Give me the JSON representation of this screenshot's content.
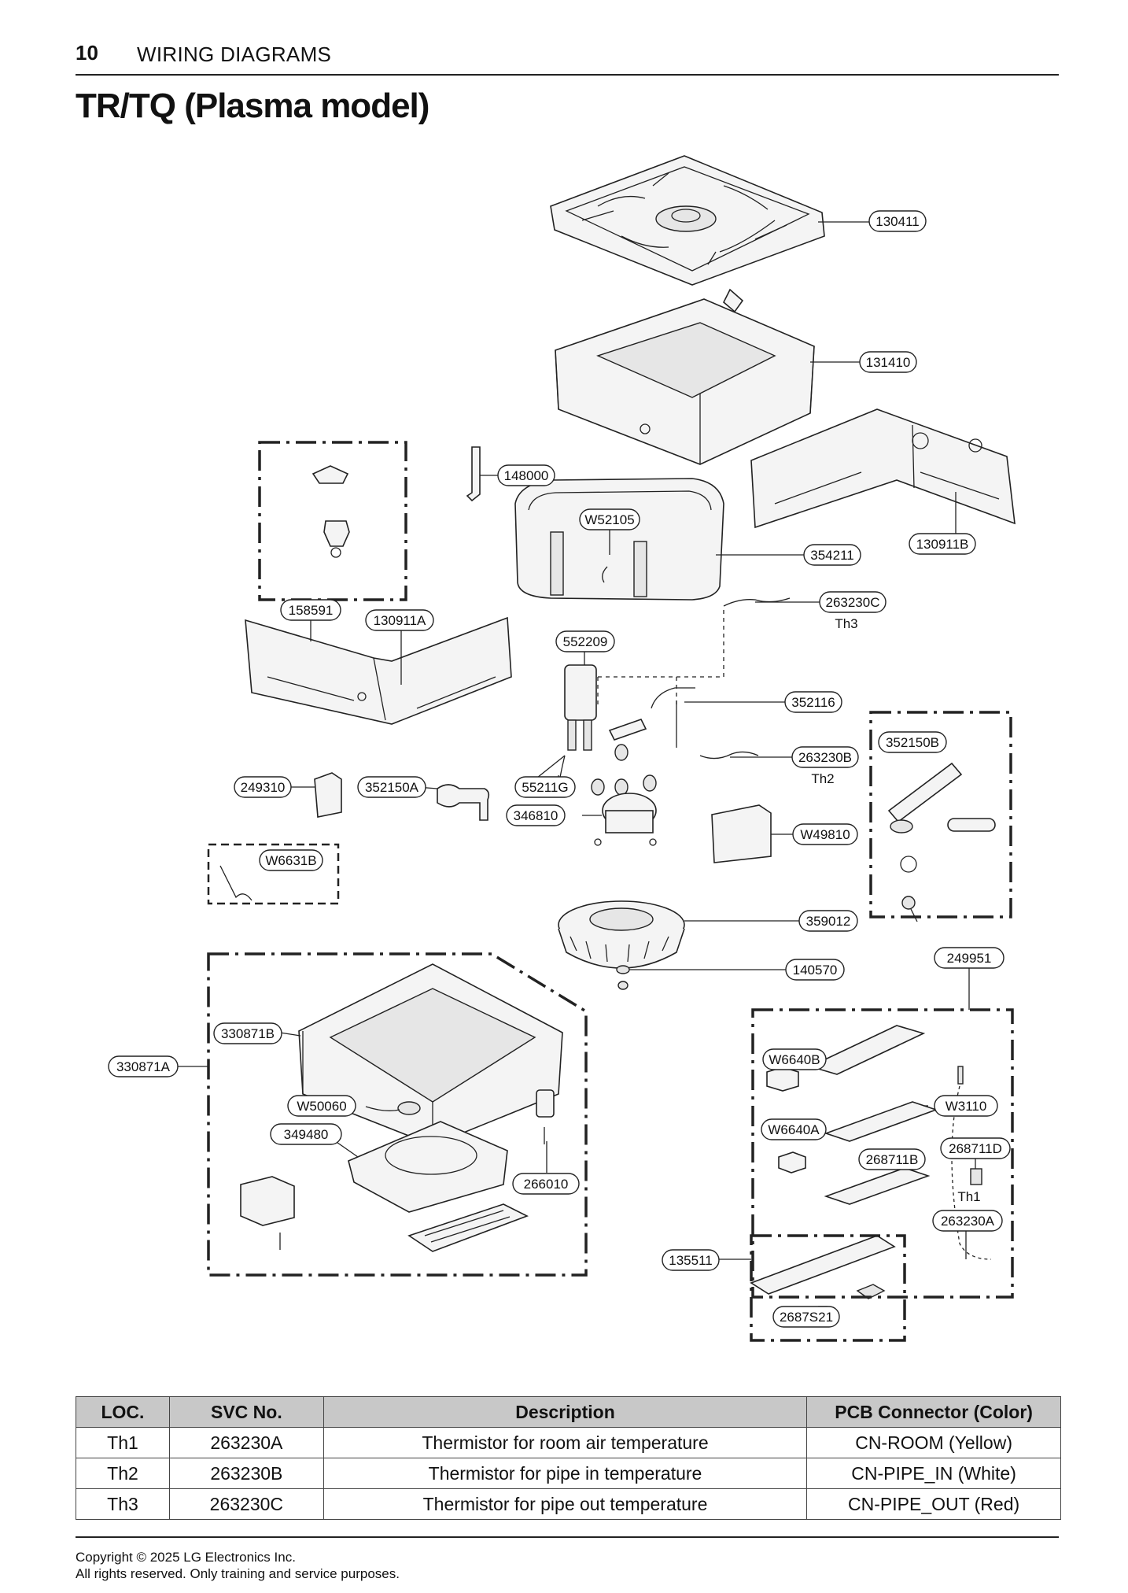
{
  "header": {
    "page_number": "10",
    "section": "WIRING DIAGRAMS"
  },
  "title": "TR/TQ (Plasma model)",
  "parts": {
    "p130411": "130411",
    "p131410": "131410",
    "p148000": "148000",
    "pW52105": "W52105",
    "p354211": "354211",
    "p130911B": "130911B",
    "p158591": "158591",
    "p130911A": "130911A",
    "p263230C": "263230C",
    "th3": "Th3",
    "p552209": "552209",
    "p352116": "352116",
    "p352150B": "352150B",
    "p263230B": "263230B",
    "th2": "Th2",
    "p249310": "249310",
    "p352150A": "352150A",
    "p55211G": "55211G",
    "p346810": "346810",
    "pW49810": "W49810",
    "pW6631B": "W6631B",
    "p359012": "359012",
    "p140570": "140570",
    "p249951": "249951",
    "p330871B": "330871B",
    "p330871A": "330871A",
    "pW6640B": "W6640B",
    "pW50060": "W50060",
    "pW3110": "W3110",
    "p349480": "349480",
    "pW6640A": "W6640A",
    "p268711B": "268711B",
    "p268711D": "268711D",
    "p266010": "266010",
    "th1": "Th1",
    "p263230A": "263230A",
    "p135511": "135511",
    "p2687S21": "2687S21"
  },
  "table": {
    "headers": [
      "LOC.",
      "SVC No.",
      "Description",
      "PCB Connector (Color)"
    ],
    "rows": [
      [
        "Th1",
        "263230A",
        "Thermistor for room air temperature",
        "CN-ROOM (Yellow)"
      ],
      [
        "Th2",
        "263230B",
        "Thermistor for pipe in temperature",
        "CN-PIPE_IN (White)"
      ],
      [
        "Th3",
        "263230C",
        "Thermistor for pipe out temperature",
        "CN-PIPE_OUT (Red)"
      ]
    ]
  },
  "footer": {
    "line1": "Copyright © 2025 LG Electronics Inc.",
    "line2": "All rights reserved. Only training and service purposes."
  }
}
